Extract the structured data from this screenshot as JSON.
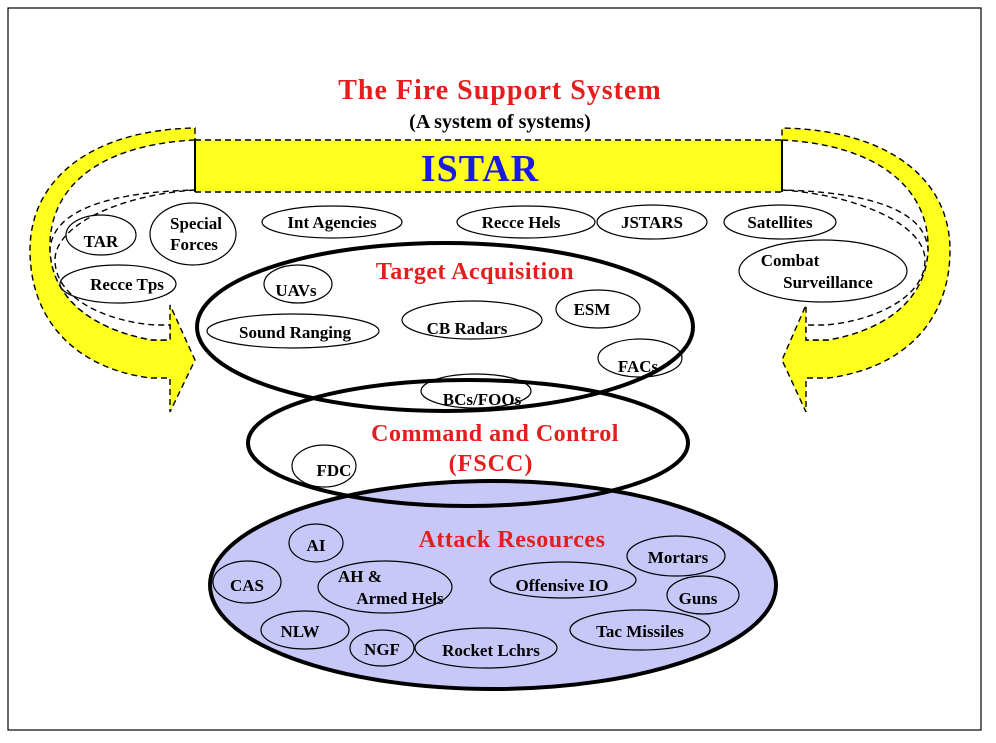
{
  "title": "The Fire Support System",
  "subtitle": "(A system of systems)",
  "istar": {
    "label": "ISTAR",
    "items": {
      "tar": "TAR",
      "special_forces": [
        "Special",
        "Forces"
      ],
      "int_agencies": "Int Agencies",
      "recce_hels": "Recce Hels",
      "jstars": "JSTARS",
      "satellites": "Satellites",
      "recce_tps": "Recce Tps",
      "combat_surveillance": [
        "Combat",
        "Surveillance"
      ]
    }
  },
  "target_acquisition": {
    "label": "Target Acquisition",
    "items": {
      "uavs": "UAVs",
      "sound_ranging": "Sound Ranging",
      "cb_radars": "CB Radars",
      "esm": "ESM",
      "facs": "FACs",
      "bcs_foos": "BCs/FOOs"
    }
  },
  "command_control": {
    "label": "Command and Control",
    "sublabel": "(FSCC)",
    "items": {
      "fdc": "FDC"
    }
  },
  "attack_resources": {
    "label": "Attack Resources",
    "items": {
      "ai": "AI",
      "mortars": "Mortars",
      "cas": "CAS",
      "ah_armed_hels": [
        "AH &",
        "Armed Hels"
      ],
      "offensive_io": "Offensive IO",
      "guns": "Guns",
      "nlw": "NLW",
      "ngf": "NGF",
      "rocket_lchrs": "Rocket Lchrs",
      "tac_missiles": "Tac Missiles"
    }
  },
  "colors": {
    "title_red": "#e41d1d",
    "istar_blue": "#1a1ae6",
    "arrow_yellow": "#ffff1e",
    "attack_fill": "#c8c8f8"
  }
}
